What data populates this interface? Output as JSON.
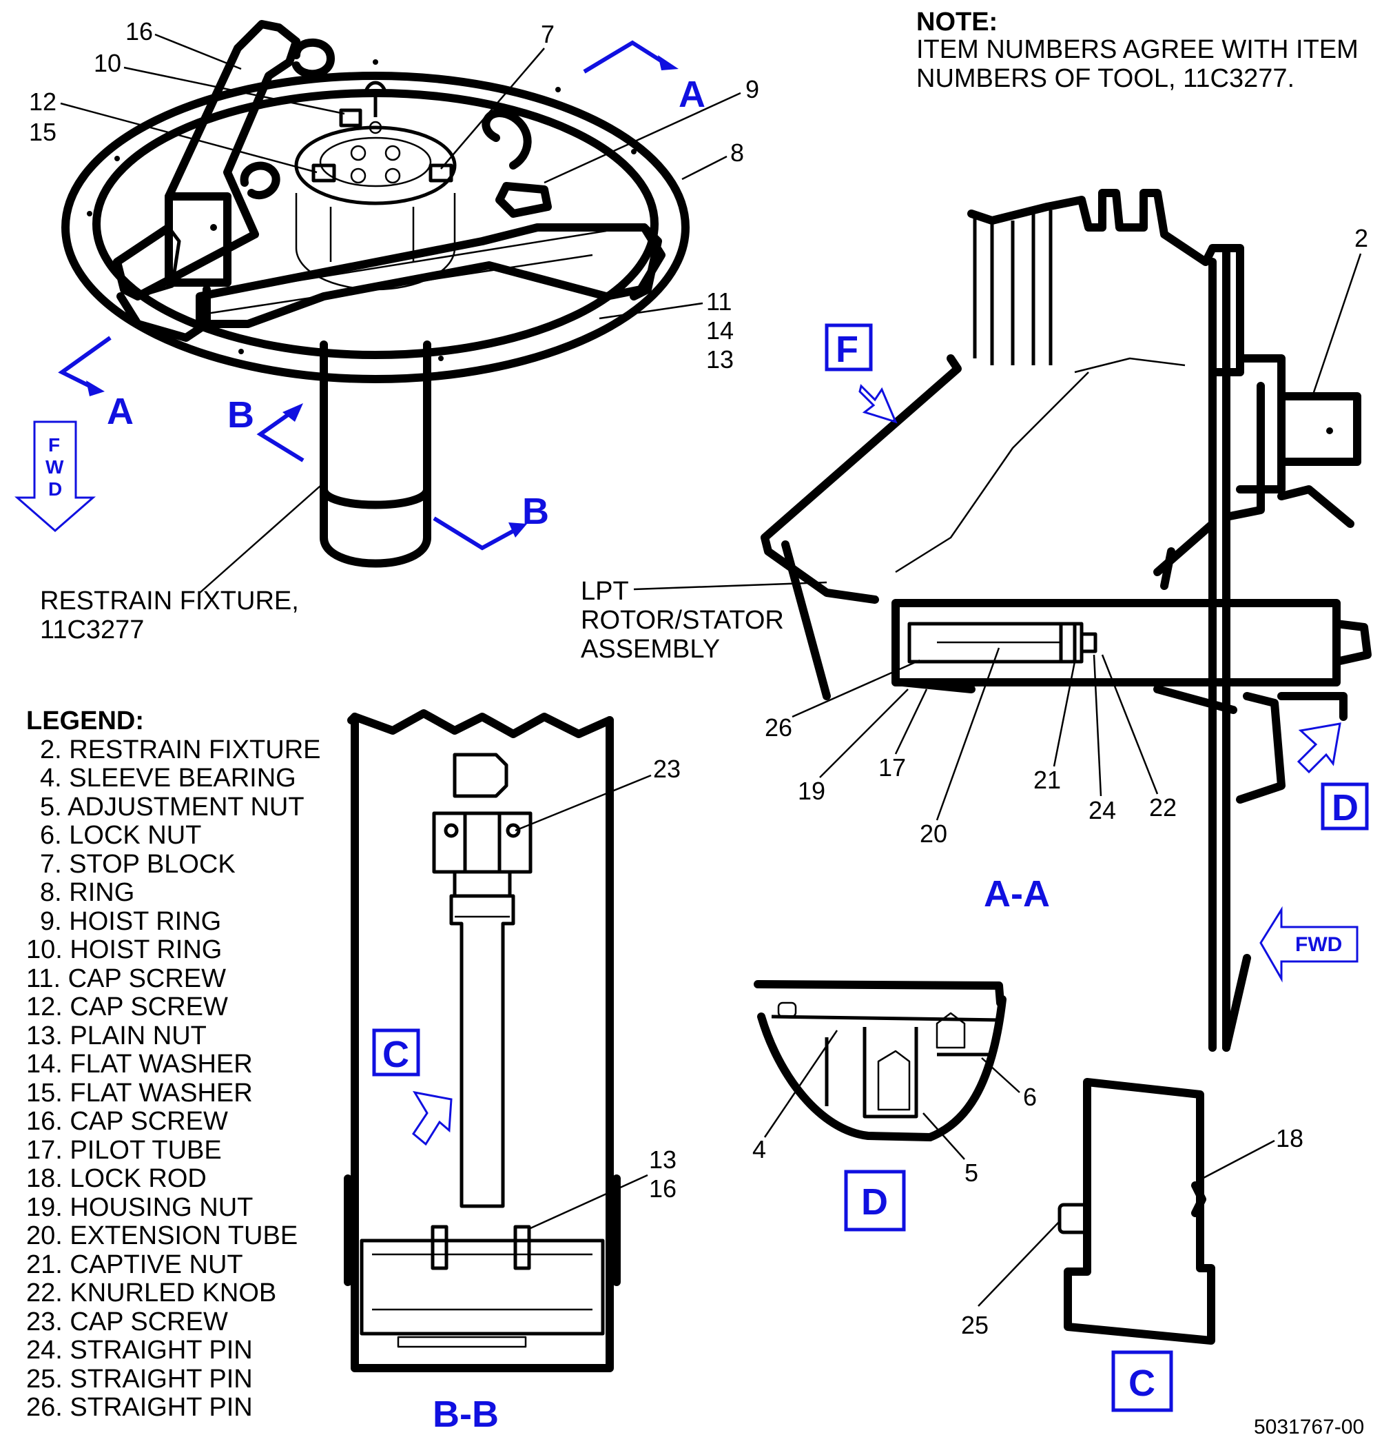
{
  "note": {
    "heading": "NOTE:",
    "line1": "ITEM NUMBERS AGREE WITH ITEM",
    "line2": "NUMBERS OF TOOL, 11C3277."
  },
  "fixture_callouts": {
    "c16": "16",
    "c10": "10",
    "c12": "12",
    "c15": "15",
    "c7": "7",
    "c9": "9",
    "c8": "8",
    "c11": "11",
    "c14": "14",
    "c13": "13"
  },
  "fixture_label": {
    "line1": "RESTRAIN FIXTURE,",
    "line2": "11C3277"
  },
  "section_marks": {
    "a_top": "A",
    "a_left": "A",
    "b_left": "B",
    "b_right": "B"
  },
  "fwd_left": {
    "f": "F",
    "w": "W",
    "d": "D"
  },
  "aa_view": {
    "title": "A-A",
    "view_f": "F",
    "view_d": "D",
    "fwd": "FWD",
    "lpt_line1": "LPT",
    "lpt_line2": "ROTOR/STATOR",
    "lpt_line3": "ASSEMBLY",
    "c2": "2",
    "c26": "26",
    "c19": "19",
    "c17": "17",
    "c20": "20",
    "c21": "21",
    "c24": "24",
    "c22": "22"
  },
  "d_view": {
    "title": "D",
    "c4": "4",
    "c6": "6",
    "c5": "5"
  },
  "c_view": {
    "title": "C",
    "c18": "18",
    "c25": "25"
  },
  "bb_view": {
    "title": "B-B",
    "view_c": "C",
    "c23": "23",
    "c13": "13",
    "c16": "16"
  },
  "legend": {
    "heading": "LEGEND:",
    "items": [
      "2. RESTRAIN FIXTURE",
      "4. SLEEVE BEARING",
      "5. ADJUSTMENT NUT",
      "6. LOCK NUT",
      "7. STOP BLOCK",
      "8. RING",
      "9. HOIST RING",
      "10. HOIST RING",
      "11. CAP SCREW",
      "12. CAP SCREW",
      "13. PLAIN NUT",
      "14. FLAT WASHER",
      "15. FLAT WASHER",
      "16. CAP SCREW",
      "17. PILOT TUBE",
      "18. LOCK ROD",
      "19. HOUSING NUT",
      "20. EXTENSION TUBE",
      "21. CAPTIVE NUT",
      "22. KNURLED KNOB",
      "23. CAP SCREW",
      "24. STRAIGHT PIN",
      "25. STRAIGHT PIN",
      "26. STRAIGHT PIN"
    ]
  },
  "figure_id": "5031767-00",
  "colors": {
    "accent": "#1010e0",
    "ink": "#000000"
  }
}
